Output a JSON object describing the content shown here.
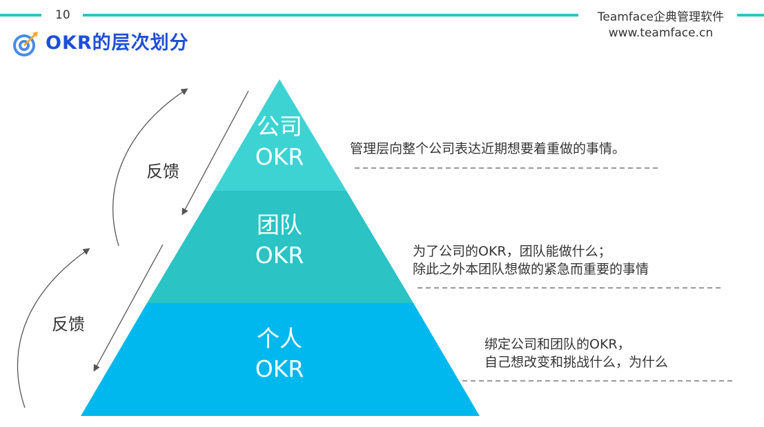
{
  "header": {
    "page_number": "10",
    "brand_line1": "Teamface企典管理软件",
    "brand_line2": "www.teamface.cn",
    "title": "OKR的层次划分",
    "title_icon": "target-icon",
    "accent_color": "#2cc4c6",
    "title_color": "#1f4fd8"
  },
  "pyramid": {
    "tiers": [
      {
        "name": "公司",
        "sub": "OKR",
        "color": "#3dd3d3",
        "description": [
          "管理层向整个公司表达近期想要着重做的事情。"
        ]
      },
      {
        "name": "团队",
        "sub": "OKR",
        "color": "#2bc3c4",
        "description": [
          "为了公司的OKR，团队能做什么；",
          "除此之外本团队想做的紧急而重要的事情"
        ]
      },
      {
        "name": "个人",
        "sub": "OKR",
        "color": "#00b8ee",
        "description": [
          "绑定公司和团队的OKR，",
          "自己想改变和挑战什么，为什么"
        ]
      }
    ]
  },
  "feedback": {
    "upper": "反馈",
    "lower": "反馈"
  }
}
